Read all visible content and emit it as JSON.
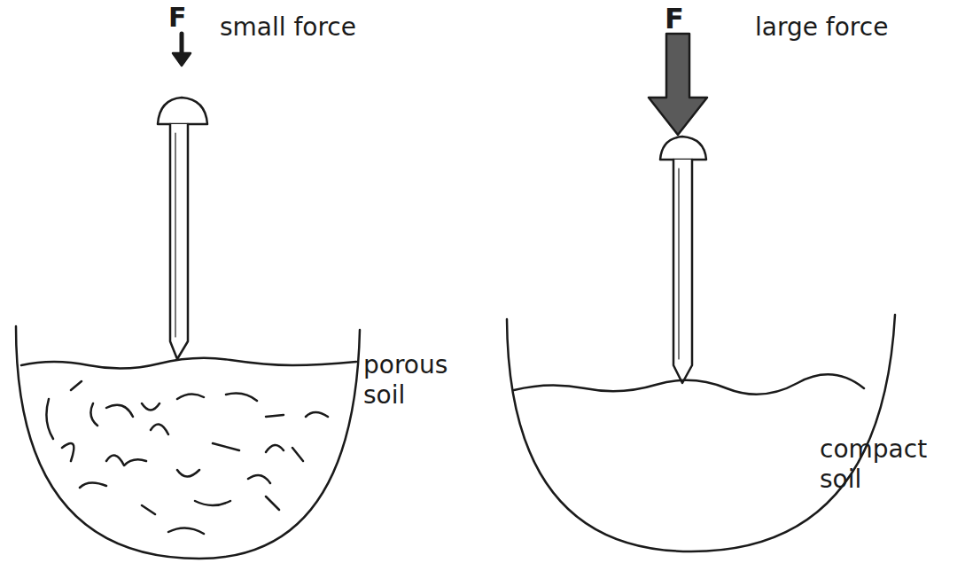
{
  "diagram": {
    "labels": [
      "F",
      "small force",
      "porous soil",
      "F",
      "large force",
      "compact soil"
    ]
  }
}
